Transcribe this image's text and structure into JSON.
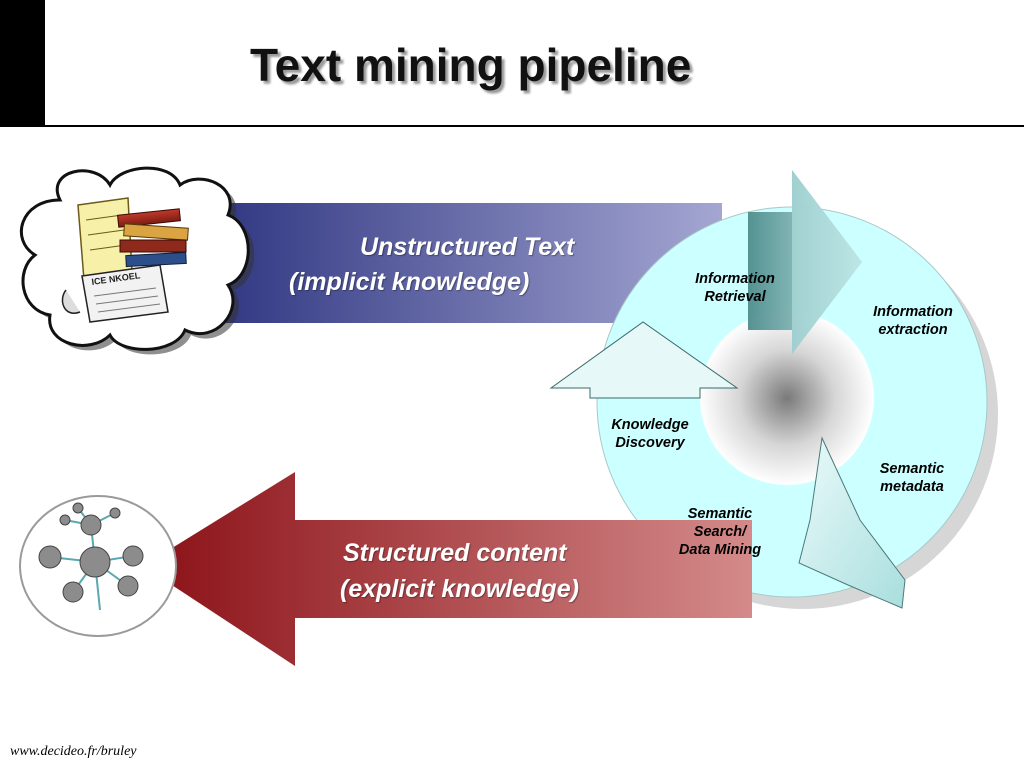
{
  "title": "Text mining pipeline",
  "unstructured": {
    "line1": "Unstructured Text",
    "line2": "(implicit knowledge)"
  },
  "structured": {
    "line1": "Structured content",
    "line2": "(explicit knowledge)"
  },
  "cycle": {
    "retrieval": [
      "Information",
      "Retrieval"
    ],
    "extraction": [
      "Information",
      "extraction"
    ],
    "metadata": [
      "Semantic",
      "metadata"
    ],
    "search": [
      "Semantic",
      "Search/",
      "Data Mining"
    ],
    "discovery": [
      "Knowledge",
      "Discovery"
    ]
  },
  "books_label": "ICE NKOEL",
  "footer": "www.decideo.fr/bruley",
  "colors": {
    "blue_dark": "#2e3580",
    "blue_light": "#a4a6d2",
    "red_dark": "#8a1016",
    "red_light": "#d48a8a",
    "cycle_fill": "#ccffff",
    "cycle_arrow": "#e6f8f8"
  }
}
